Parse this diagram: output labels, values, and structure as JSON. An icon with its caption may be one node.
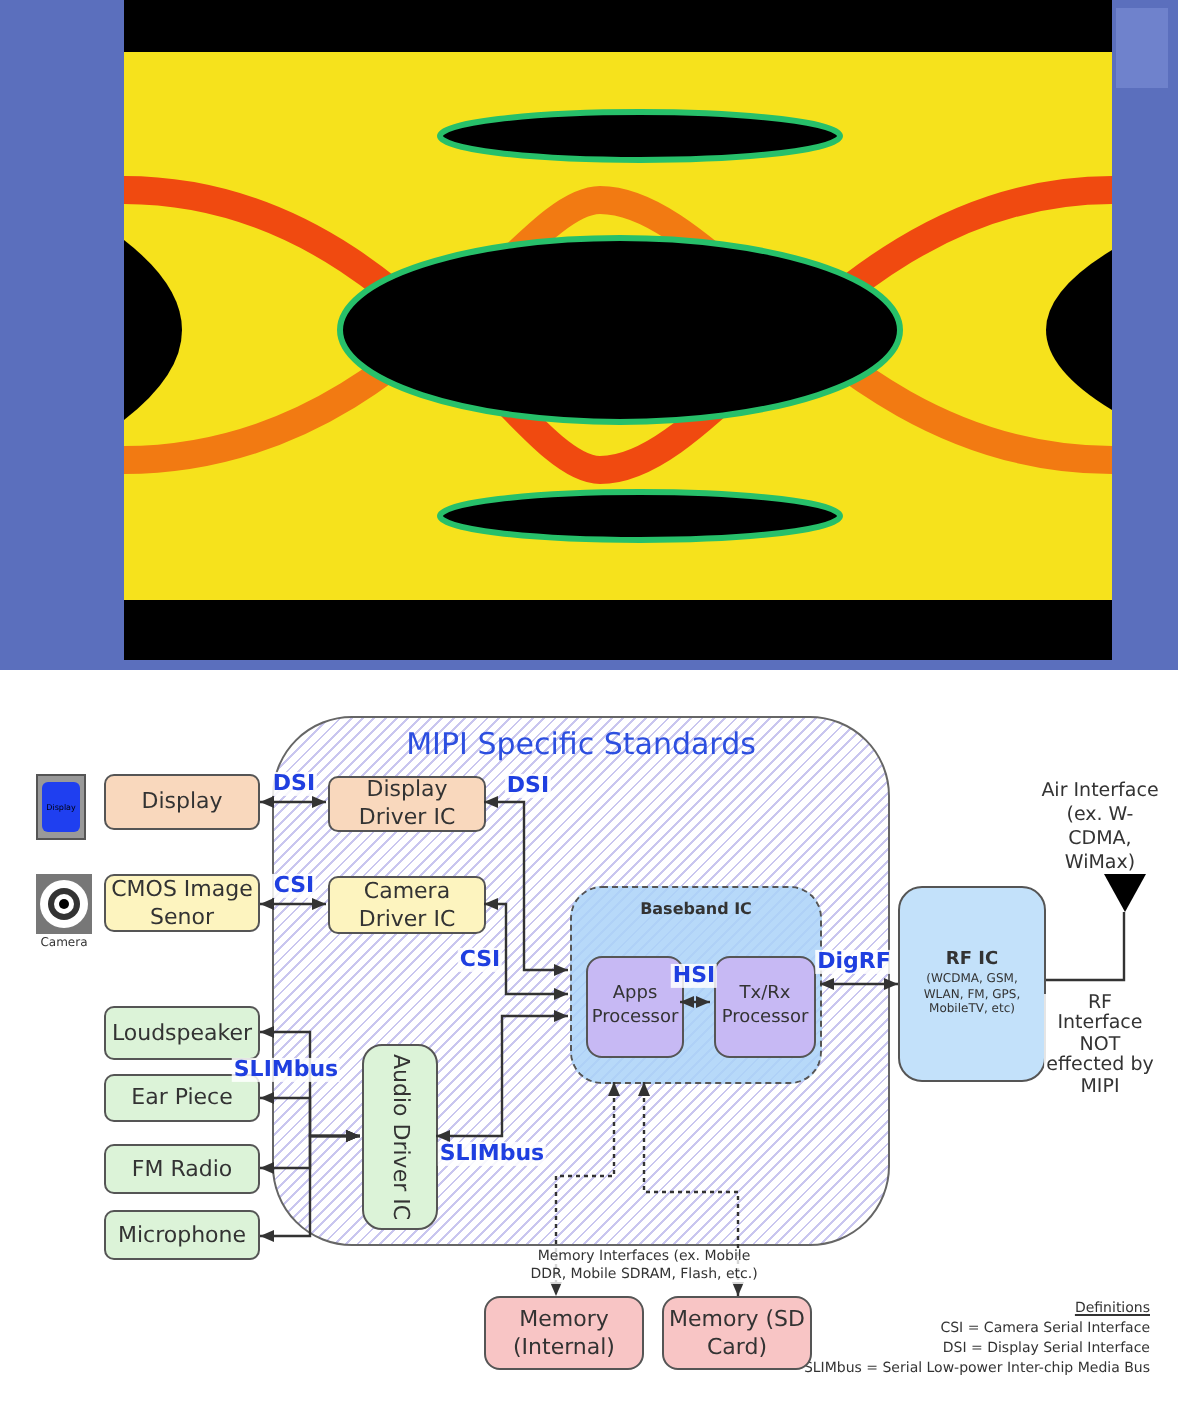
{
  "diagram": {
    "nodes": [
      {
        "text": [
          "MIPI Specific Standards"
        ]
      },
      {
        "text": [
          "Display"
        ]
      },
      {
        "text": [
          "Display Driver IC"
        ],
        "in": 0
      },
      {
        "text": [
          "CMOS Image Senor"
        ]
      },
      {
        "text": [
          "Camera Driver IC"
        ],
        "in": 0
      },
      {
        "text": [
          "Baseband IC"
        ],
        "in": 0
      },
      {
        "text": [
          "Apps Processor"
        ],
        "in": 5
      },
      {
        "text": [
          "Tx/Rx Processor"
        ],
        "in": 5
      },
      {
        "text": [
          "RF IC",
          "(WCDMA, GSM, WLAN, FM, GPS, MobileTV, etc)"
        ]
      },
      {
        "text": [],
        "shape": "triangle",
        "beside": [
          "Air Interface (ex. W-CDMA, WiMax)"
        ]
      },
      {
        "text": [
          "Loudspeaker"
        ]
      },
      {
        "text": [
          "Ear Piece"
        ]
      },
      {
        "text": [
          "FM Radio"
        ]
      },
      {
        "text": [
          "Microphone"
        ]
      },
      {
        "text": [
          "Audio Driver IC"
        ],
        "in": 0
      },
      {
        "text": [
          "Memory (Internal)"
        ]
      },
      {
        "text": [
          "Memory (SD Card)"
        ]
      }
    ],
    "edges": [
      {
        "from": 1,
        "to": 2,
        "arrow": "both",
        "label": "DSI"
      },
      {
        "from": 2,
        "to": 5,
        "arrow": "both",
        "label": "DSI"
      },
      {
        "from": 3,
        "to": 4,
        "arrow": "both",
        "label": "CSI"
      },
      {
        "from": 4,
        "to": 5,
        "arrow": "both",
        "label": "CSI"
      },
      {
        "from": 6,
        "to": 7,
        "arrow": "both",
        "label": "HSI"
      },
      {
        "from": 5,
        "to": 8,
        "arrow": "both",
        "label": "DigRF"
      },
      {
        "from": 8,
        "to": 9,
        "arrow": "none",
        "label": "RF Interface NOT effected by MIPI"
      },
      {
        "from": 14,
        "to": 10,
        "arrow": "both",
        "label": "SLIMbus"
      },
      {
        "from": 14,
        "to": 11,
        "arrow": "both"
      },
      {
        "from": 14,
        "to": 12,
        "arrow": "both"
      },
      {
        "from": 14,
        "to": 13,
        "arrow": "both"
      },
      {
        "from": 14,
        "to": 5,
        "arrow": "both",
        "label": "SLIMbus"
      },
      {
        "from": 5,
        "to": 15,
        "arrow": "both",
        "style": "dashed"
      },
      {
        "from": 5,
        "to": 16,
        "arrow": "both",
        "style": "dashed"
      }
    ],
    "labels": [
      "Display",
      "Camera",
      "Memory Interfaces (ex. Mobile DDR, Mobile SDRAM, Flash, etc.)",
      "Definitions",
      "CSI = Camera Serial Interface",
      "DSI = Display Serial Interface",
      "SLIMbus = Serial Low-power Inter-chip Media Bus"
    ]
  }
}
